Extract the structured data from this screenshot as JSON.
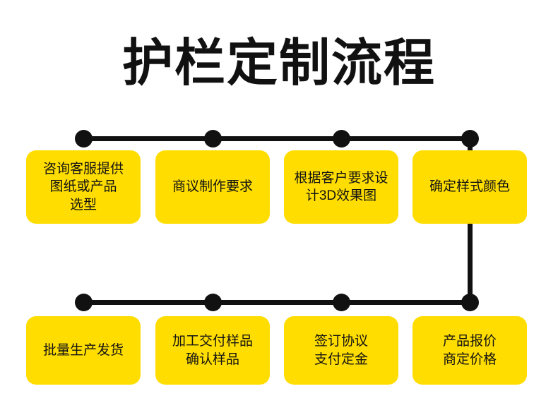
{
  "page": {
    "title": "护栏定制流程",
    "background_color": "#ffffff",
    "accent_color": "#FFDD00",
    "line_color": "#111111",
    "text_color": "#141414"
  },
  "diagram": {
    "type": "flow-timeline",
    "rows": [
      {
        "name": "row-top",
        "direction": "left-to-right",
        "nodes": [
          {
            "step": 1,
            "label": "咨询客服提供\n图纸或产品\n选型"
          },
          {
            "step": 2,
            "label": "商议制作要求"
          },
          {
            "step": 3,
            "label": "根据客户要求设\n计3D效果图"
          },
          {
            "step": 4,
            "label": "确定样式颜色"
          }
        ]
      },
      {
        "name": "row-bottom",
        "direction": "right-to-left",
        "nodes": [
          {
            "step": 8,
            "label": "批量生产发货"
          },
          {
            "step": 7,
            "label": "加工交付样品\n确认样品"
          },
          {
            "step": 6,
            "label": "签订协议\n支付定金"
          },
          {
            "step": 5,
            "label": "产品报价\n商定价格"
          }
        ]
      }
    ],
    "connectors": {
      "top_rail_label": "top-horizontal-rail",
      "bottom_rail_label": "bottom-horizontal-rail",
      "vertical_label": "right-vertical-connector",
      "dot_count": 8
    }
  }
}
